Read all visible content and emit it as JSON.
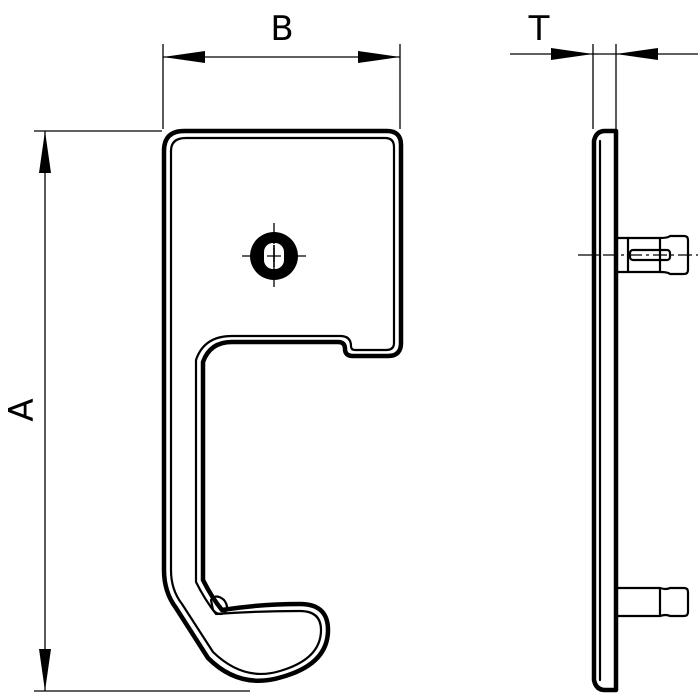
{
  "dimensions": {
    "width_label": "B",
    "height_label": "A",
    "thickness_label": "T"
  },
  "colors": {
    "line": "#000000",
    "background": "#ffffff"
  }
}
